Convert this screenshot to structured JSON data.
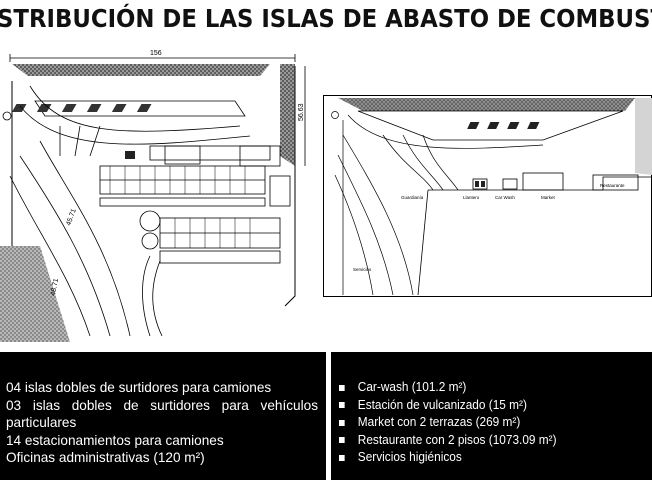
{
  "title": "STRIBUCIÓN DE LAS ISLAS DE ABASTO DE COMBUSTIBLE",
  "left_plan": {
    "dimension_top": "156",
    "dimension_right": "56.63",
    "dimension_diag_1": "45.71",
    "dimension_diag_2": "48.71"
  },
  "right_plan": {
    "labels": {
      "guardiania": "Guardianía",
      "llantero": "Llantero",
      "car_wash": "Car Wash",
      "market": "Market",
      "restaurante": "Restaurante",
      "servicios": "Servicios"
    }
  },
  "left_panel": {
    "lines": [
      "04 islas dobles de surtidores para camiones",
      "03 islas dobles de surtidores para vehículos",
      "particulares",
      "14 estacionamientos para camiones",
      "Oficinas administrativas (120 m²)"
    ]
  },
  "right_panel": {
    "items": [
      "Car-wash (101.2 m²)",
      "Estación de vulcanizado (15 m²)",
      "Market con 2 terrazas (269 m²)",
      "Restaurante con 2 pisos (1073.09 m²)",
      "Servicios higiénicos"
    ]
  },
  "colors": {
    "panel_background": "#000000",
    "panel_text": "#ffffff",
    "hatch": "#555555"
  }
}
